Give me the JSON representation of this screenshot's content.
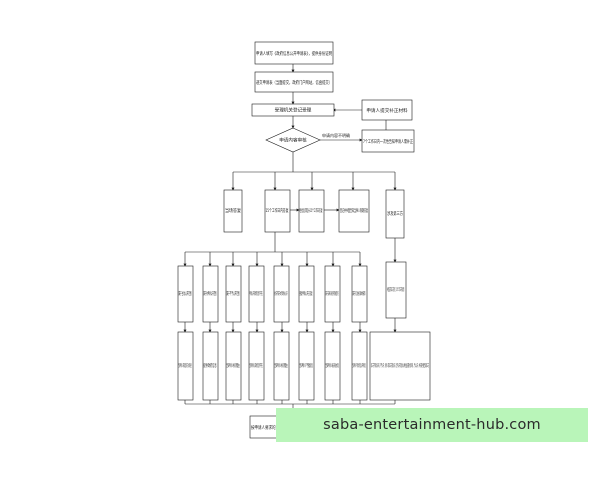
{
  "flowchart": {
    "apply": "申请人填写《政府信息公开申请表》，提供身份证明",
    "submit": "递交申请表（当面提交，政府门户网站，信函提交）",
    "register": "受理机关登记受理",
    "supplement": "申请人提交补正材料",
    "review": "申请内容审核",
    "incomplete_label": "申请内容不明确",
    "notify_correct": "7个工作日内一次性告知申请人需补正",
    "immediate": "当场答复",
    "fifteen_days": "15个工作日内答复",
    "extension": "经批准可延长15个工作日答复",
    "third_party_notice": "登记并书面告知当事人限期答复",
    "third_party": "涉及第三方",
    "cat_public": "属于主动公开范围",
    "cat_not_scope": "属于依申请公开范围",
    "cat_not_public": "属于不予公开范围",
    "cat_not_exist": "申请公开的政府信息不存在",
    "cat_not_agency": "依法不属于本行政机关公开",
    "cat_repeat": "重复申请公开已答复",
    "cat_other_law": "属于法律法规另有规定的",
    "cat_process": "属于信访投诉举报等",
    "third_party_opinion": "书面征求第三方意见（15个工作日内反馈）",
    "res_public": "告知申请人获取信息的方式和途径",
    "res_provide": "提供政府信息",
    "res_not_public": "告知申请人并说明理由",
    "res_not_exist": "告知申请人该政府信息不存在",
    "res_not_agency": "告知申请人并说明理由",
    "res_repeat": "告知申请人不予重复处理",
    "res_other_law": "告知申请人按法规办理",
    "res_process": "告知申请人不作为政府信息公开申请处理",
    "res_third": "第三方不同意公开的，不予公开；权利人或第三方同意公开，但不公开可能对公共利益造成重大影响的，予以公开，并将决定书面告知第三方",
    "final": "按申请人要求的方式送达（政府信息公开申请答复书）"
  },
  "watermark": "saba-entertainment-hub.com"
}
